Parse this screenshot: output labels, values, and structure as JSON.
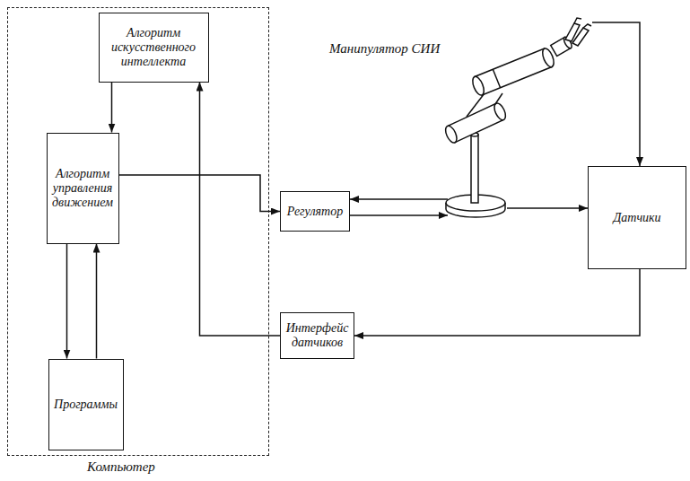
{
  "diagram": {
    "nodes": [
      {
        "text": [
          "Компьютер"
        ]
      },
      {
        "text": [
          "Алгоритм искусственного интеллекта"
        ],
        "in": 0
      },
      {
        "text": [
          "Алгоритм управления движением"
        ],
        "in": 0
      },
      {
        "text": [
          "Программы"
        ],
        "in": 0
      },
      {
        "text": [
          "Манипулятор СИИ"
        ]
      },
      {
        "text": [
          "Регулятор"
        ]
      },
      {
        "text": [
          "Датчики"
        ]
      },
      {
        "text": [
          "Интерфейс датчиков"
        ]
      }
    ],
    "edges": [
      {
        "from": 1,
        "to": 2,
        "arrow": "to"
      },
      {
        "from": 7,
        "to": 1,
        "arrow": "to"
      },
      {
        "from": 2,
        "to": 5,
        "arrow": "to"
      },
      {
        "from": 2,
        "to": 3,
        "arrow": "to"
      },
      {
        "from": 3,
        "to": 2,
        "arrow": "to"
      },
      {
        "from": 4,
        "to": 5,
        "arrow": "to"
      },
      {
        "from": 5,
        "to": 4,
        "arrow": "to"
      },
      {
        "from": 4,
        "to": 6,
        "arrow": "to"
      },
      {
        "from": 4,
        "to": 6,
        "arrow": "to"
      },
      {
        "from": 6,
        "to": 7,
        "arrow": "to"
      }
    ]
  }
}
